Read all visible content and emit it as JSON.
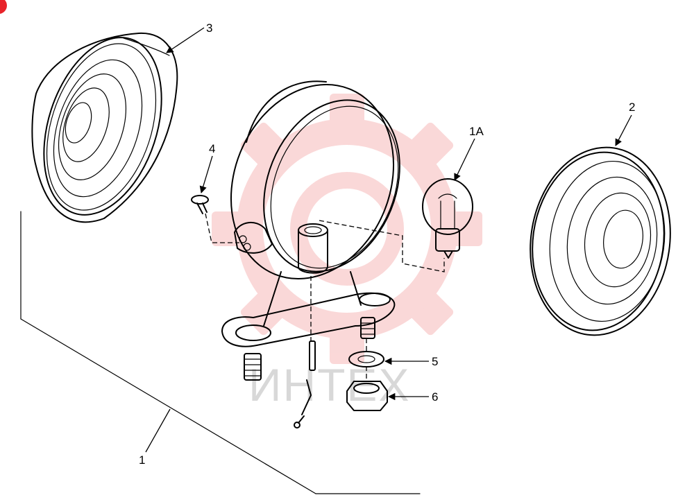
{
  "callouts": {
    "c1": "1",
    "c1a": "1A",
    "c2": "2",
    "c3": "3",
    "c4": "4",
    "c5": "5",
    "c6": "6"
  },
  "watermark": {
    "text": "ИНТЕХ",
    "color": "#f7b2b2"
  },
  "colors": {
    "ink": "#000000",
    "background": "#ffffff",
    "corner_mark": "#e8232a"
  }
}
